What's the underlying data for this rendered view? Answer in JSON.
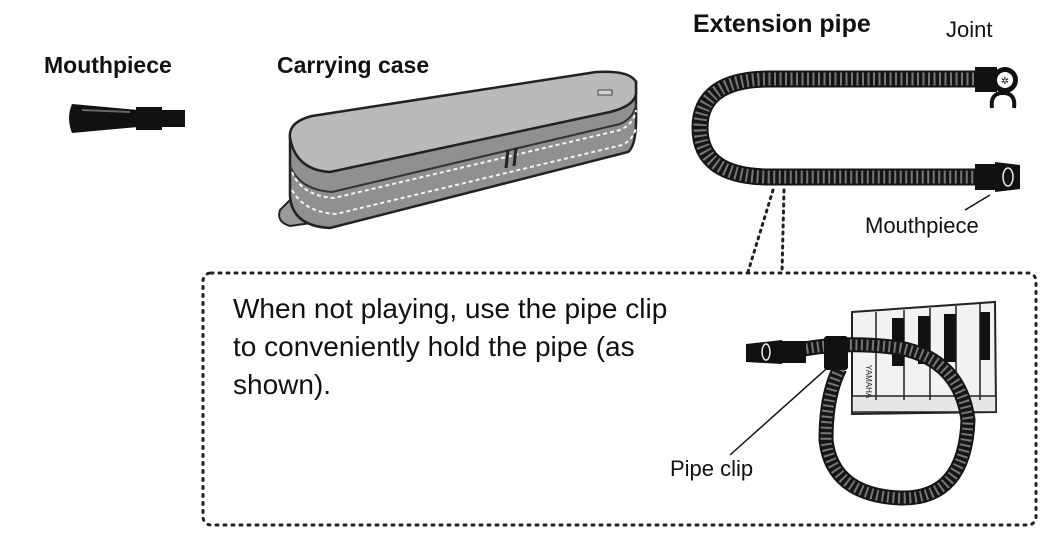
{
  "labels": {
    "mouthpiece": "Mouthpiece",
    "carrying_case": "Carrying case",
    "extension_pipe": "Extension pipe",
    "joint": "Joint",
    "pipe_mouthpiece": "Mouthpiece",
    "pipe_clip": "Pipe clip"
  },
  "note": {
    "text": "When not playing, use the pipe clip to conveniently hold the pipe (as shown)."
  },
  "brand_mark": "YAMAHA",
  "colors": {
    "ink": "#111111",
    "case_body": "#8f8f8f",
    "case_top": "#b9b9b9",
    "pipe": "#1a1a1a",
    "keyboard": "#f2f2f2"
  }
}
